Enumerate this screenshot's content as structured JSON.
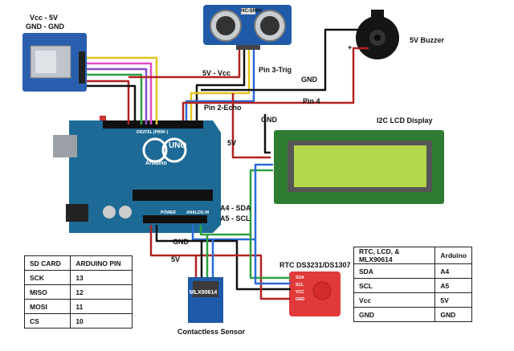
{
  "labels": {
    "sd_power": "Vcc - 5V",
    "sd_gnd": "GND - GND",
    "vcc_5v_top": "5V - Vcc",
    "pin3_trig": "Pin 3-Trig",
    "gnd_buzzer": "GND",
    "pin4": "Pin 4",
    "buzzer": "5V Buzzer",
    "pin2_echo": "Pin 2-Echo",
    "gnd_mid": "GND",
    "v5_mid": "5V",
    "lcd": "I2C LCD Display",
    "a4_sda": "A4 - SDA",
    "a5_scl": "A5 - SCL",
    "gnd_bottom": "GND",
    "v5_bottom": "5V",
    "rtc": "RTC DS3231/DS1307",
    "sensor": "Contactless Sensor",
    "mlx_chip": "MLX90614",
    "buzzer_minus": "−",
    "buzzer_plus": "+"
  },
  "sd_table": {
    "headers": [
      "SD CARD",
      "ARDUINO  PIN"
    ],
    "rows": [
      [
        "SCK",
        "13"
      ],
      [
        "MISO",
        "12"
      ],
      [
        "MOSI",
        "11"
      ],
      [
        "CS",
        "10"
      ]
    ]
  },
  "i2c_table": {
    "headers": [
      "RTC, LCD, & MLX90614",
      "Arduino"
    ],
    "rows": [
      [
        "SDA",
        "A4"
      ],
      [
        "SCL",
        "A5"
      ],
      [
        "Vcc",
        "5V"
      ],
      [
        "GND",
        "GND"
      ]
    ]
  },
  "board_text": {
    "uno": "UNO",
    "arduino": "Arduino",
    "digital": "DIGITAL (PWM~)",
    "power": "POWER",
    "analog": "ANALOG IN",
    "ultrasonic_top": "HC-SR04",
    "rtc_sda": "SDA",
    "rtc_scl": "SCL",
    "rtc_vcc": "VCC",
    "rtc_gnd": "GND"
  },
  "colors": {
    "arduino_blue": "#1d6a96",
    "lcd_green_screen": "#b4d64a",
    "lcd_board": "#2e7d32",
    "rtc_red": "#e03a3a",
    "sd_blue": "#2a5fb0",
    "wire_red": "#b22222",
    "wire_black": "#111111",
    "wire_blue": "#2b6cd6",
    "wire_green": "#2ea043",
    "wire_pink": "#e24bc4",
    "wire_purple": "#8a4fd0",
    "wire_yellow": "#e3c520"
  }
}
